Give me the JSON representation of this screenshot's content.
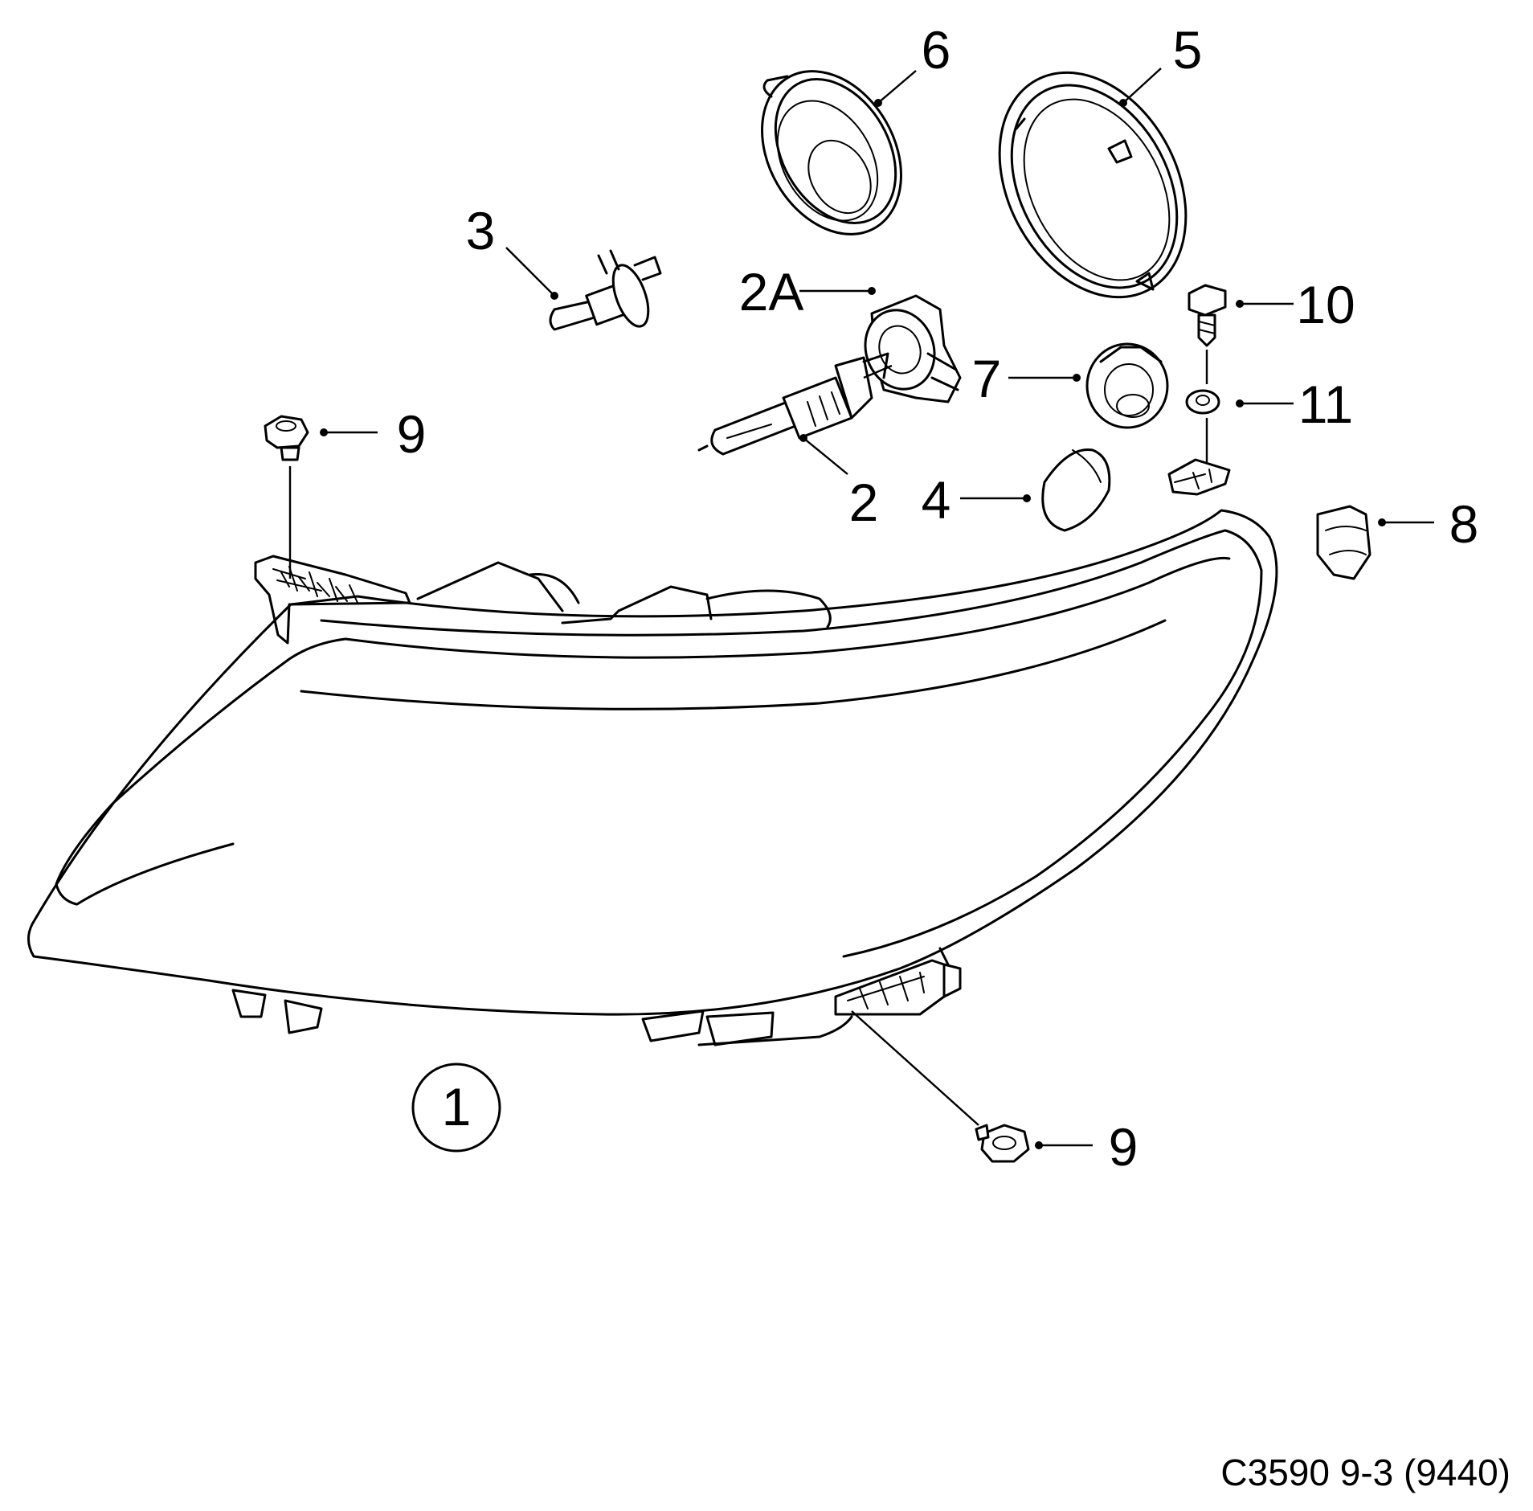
{
  "diagram": {
    "drawing_code": "C3590 9-3 (9440)",
    "callouts": {
      "headlamp_assembly": "1",
      "bulb_2": "2",
      "bulb_holder_2a": "2A",
      "bulb_3": "3",
      "bulb_4": "4",
      "cover_5": "5",
      "cover_6": "6",
      "socket_7": "7",
      "clip_8": "8",
      "screw_9_top": "9",
      "screw_9_bottom": "9",
      "screw_10": "10",
      "nut_11": "11"
    }
  }
}
